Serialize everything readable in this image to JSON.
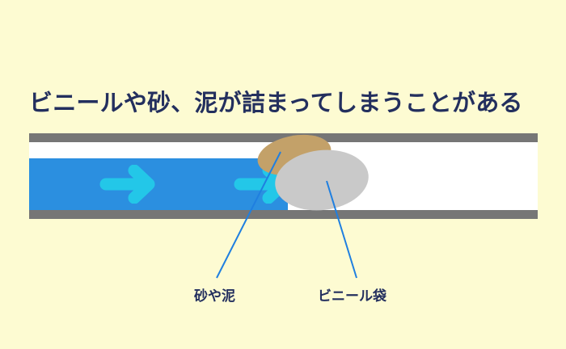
{
  "page": {
    "title": "ビニールや砂、泥が詰まってしまうことがある",
    "background_color": "#fdfbd2",
    "text_color": "#232f5e"
  },
  "diagram": {
    "pipe": {
      "wall_color": "#767676",
      "interior_color": "#ffffff"
    },
    "water": {
      "color": "#2b8fe0",
      "arrow_color": "#23c7e8",
      "direction": "right"
    },
    "debris": [
      {
        "id": "sand",
        "label": "砂や泥",
        "color": "#c3a169"
      },
      {
        "id": "bag",
        "label": "ビニール袋",
        "color": "#c9c9c9"
      }
    ],
    "leader_line_color": "#1f7fe0"
  }
}
